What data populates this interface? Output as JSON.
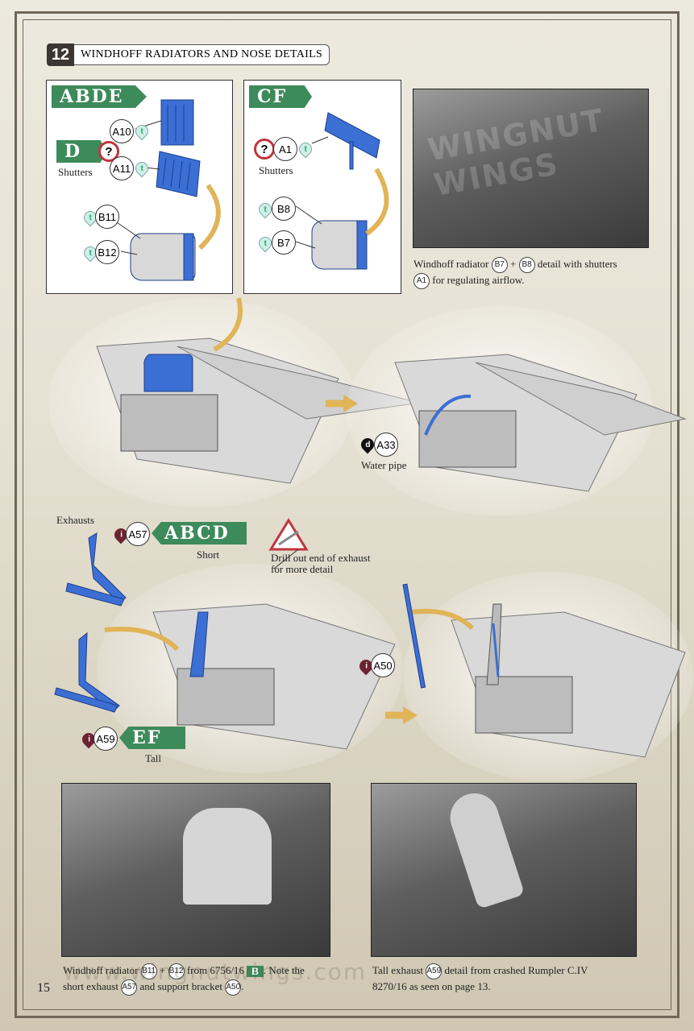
{
  "step": {
    "number": "12",
    "title": "WINDHOFF RADIATORS AND NOSE DETAILS"
  },
  "box1": {
    "flag": "ABDE",
    "subflag": "D",
    "question": "?",
    "shutters_label": "Shutters",
    "parts": {
      "a10": "A10",
      "a11": "A11",
      "b11": "B11",
      "b12": "B12"
    }
  },
  "box2": {
    "flag": "CF",
    "question": "?",
    "shutters_label": "Shutters",
    "parts": {
      "a1": "A1",
      "b8": "B8",
      "b7": "B7"
    }
  },
  "drop_glyphs": {
    "t": "t",
    "i": "i",
    "d": "d"
  },
  "photo1": {
    "watermark": "WINGNUT WINGS",
    "caption_pre": "Windhoff radiator",
    "p1": "B7",
    "plus": "+",
    "p2": "B8",
    "caption_mid": "detail with shutters",
    "p3": "A1",
    "caption_post": "for regulating airflow."
  },
  "mid": {
    "part": "A33",
    "label": "Water pipe"
  },
  "exhausts": {
    "label": "Exhausts",
    "short_part": "A57",
    "short_flag": "ABCD",
    "short_label": "Short",
    "warn_text_1": "Drill out end of exhaust",
    "warn_text_2": "for more detail",
    "tall_part": "A59",
    "tall_flag": "EF",
    "tall_label": "Tall",
    "bracket_part": "A50"
  },
  "photo2": {
    "line1_pre": "Windhoff radiator",
    "p1": "B11",
    "plus": "+",
    "p2": "B12",
    "line1_mid": "from 6756/16",
    "badge": "B",
    "line1_post": ". Note the",
    "line2_pre": "short exhaust",
    "p3": "A57",
    "line2_mid": "and support bracket",
    "p4": "A50",
    "watermark": "www.wingnutwings.com"
  },
  "photo3": {
    "line1_pre": "Tall exhaust",
    "p1": "A59",
    "line1_post": "detail from crashed Rumpler C.IV",
    "line2": "8270/16 as seen on page 13."
  },
  "page_number": "15",
  "colors": {
    "part_blue": "#3b6fd4",
    "flag_green": "#3d8a5a",
    "arrow_gold": "#e0b457",
    "warn_red": "#c0353d"
  }
}
